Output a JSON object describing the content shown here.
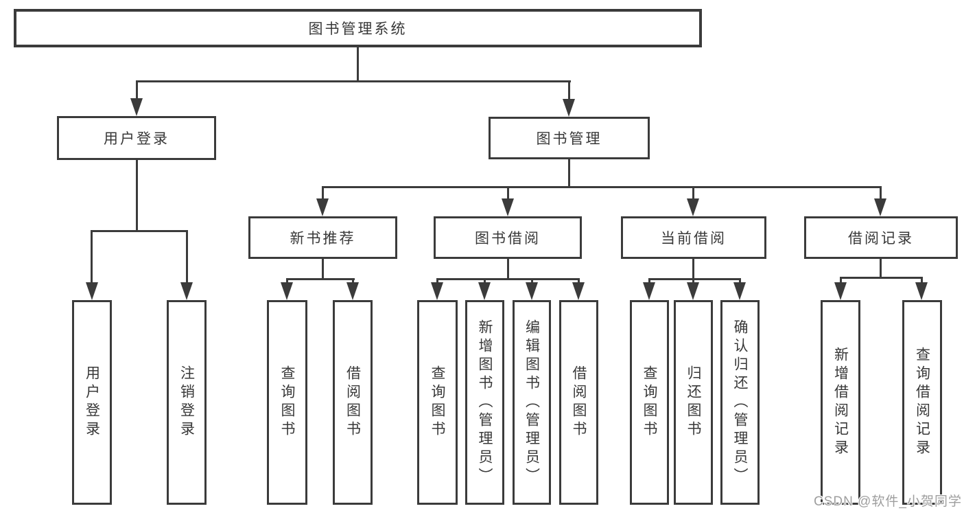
{
  "diagram": {
    "title": "图书管理系统",
    "tree": {
      "label": "图书管理系统",
      "children": [
        {
          "label": "用户登录",
          "children": [
            {
              "label": "用户登录"
            },
            {
              "label": "注销登录"
            }
          ]
        },
        {
          "label": "图书管理",
          "children": [
            {
              "label": "新书推荐",
              "children": [
                {
                  "label": "查询图书"
                },
                {
                  "label": "借阅图书"
                }
              ]
            },
            {
              "label": "图书借阅",
              "children": [
                {
                  "label": "查询图书"
                },
                {
                  "label": "新增图书（管理员）"
                },
                {
                  "label": "编辑图书（管理员）"
                },
                {
                  "label": "借阅图书"
                }
              ]
            },
            {
              "label": "当前借阅",
              "children": [
                {
                  "label": "查询图书"
                },
                {
                  "label": "归还图书"
                },
                {
                  "label": "确认归还（管理员）"
                }
              ]
            },
            {
              "label": "借阅记录",
              "children": [
                {
                  "label": "新增借阅记录"
                },
                {
                  "label": "查询借阅记录"
                }
              ]
            }
          ]
        }
      ]
    },
    "watermark": "CSDN @软件_小贺同学",
    "colors": {
      "line": "#3b3b3b",
      "text": "#383838",
      "watermark": "#9e9e9e",
      "background": "#ffffff"
    }
  }
}
